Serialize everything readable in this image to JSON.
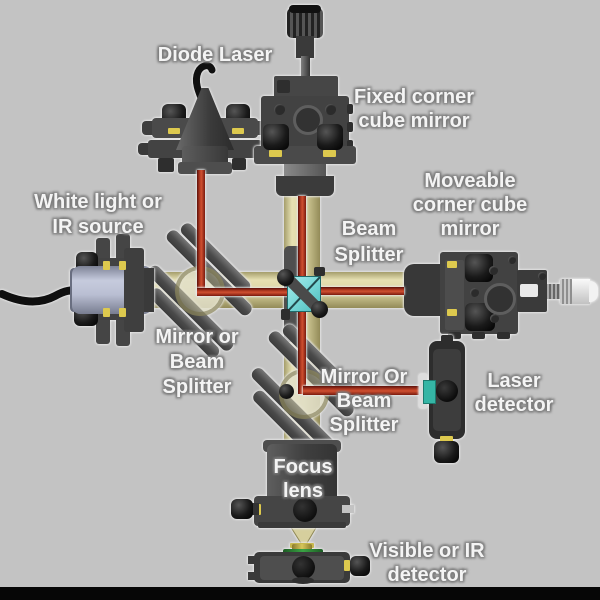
{
  "diagram_title": "Optical interferometer bench layout",
  "background": {
    "canvas": "#c3c3c3",
    "bottom_bar": "#060606"
  },
  "colors": {
    "white_light_beam": "#dcd5a2",
    "laser_beam": "#b13a22",
    "beam_splitter_cube": "#7fd9d9",
    "laser_detector_window": "#35b5a5",
    "detector_strip_green": "#3aa344",
    "hardware_gray": "#454545",
    "accent_yellow": "#ddc94e"
  },
  "labels": {
    "diode_laser": "Diode Laser",
    "fixed_corner_cube": "Fixed corner\ncube mirror",
    "moveable_corner_cube": "Moveable\ncorner cube\nmirror",
    "white_light_source": "White light or\nIR source",
    "beam_splitter": "Beam\nSplitter",
    "mirror_or_beam_splitter_left": "Mirror or\nBeam\nSplitter",
    "mirror_or_beam_splitter_bottom": "Mirror Or\nBeam\nSplitter",
    "laser_detector": "Laser\ndetector",
    "focus_lens": "Focus\nlens",
    "visible_ir_detector": "Visible or IR\ndetector"
  }
}
